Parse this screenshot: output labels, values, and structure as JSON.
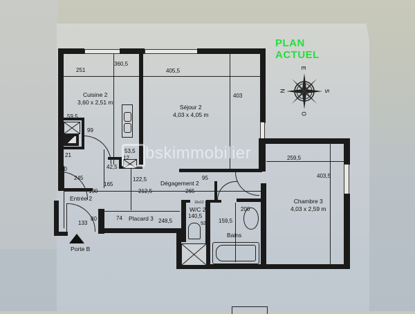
{
  "title": {
    "line1": "PLAN",
    "line2": "ACTUEL",
    "color": "#22e03a"
  },
  "compass": {
    "north": "N",
    "east": "E",
    "south": "S",
    "west": "O"
  },
  "watermark": {
    "text": "bskimmobilier"
  },
  "rooms": {
    "cuisine": {
      "name": "Cuisine 2",
      "size": "3,60 x 2,51 m"
    },
    "sejour": {
      "name": "Séjour 2",
      "size": "4,03 x 4,05 m"
    },
    "chambre": {
      "name": "Chambre 3",
      "size": "4,03 x 2,59 m"
    },
    "degagement": {
      "name": "Dégagement 2"
    },
    "entree": {
      "name": "Entrée 2"
    },
    "placard": {
      "name": "Placard 3"
    },
    "wc": {
      "name": "W/C 2"
    },
    "bains": {
      "name": "Bains"
    },
    "porte": {
      "name": "Porte B"
    }
  },
  "dimensions": {
    "d251": "251",
    "d360_5": "360,5",
    "d405_5": "405,5",
    "d403": "403",
    "d59_5": "59,5",
    "d99": "99",
    "d21": "21",
    "d53_5": "53,5",
    "d12": "12",
    "d42_5": "42,5",
    "d80a": "80",
    "d245": "245",
    "d165": "165",
    "d122_5": "122,5",
    "d190": "190",
    "d212_5": "212,5",
    "d265": "265",
    "d95": "95",
    "d80b": "80",
    "d133": "133",
    "d74": "74",
    "d248_5": "248,5",
    "d16x12": "16x12",
    "d140_5": "140,5",
    "d92": "92",
    "d159_5": "159,5",
    "d200": "200",
    "d259_5": "259,5",
    "d403_5": "403,5"
  }
}
